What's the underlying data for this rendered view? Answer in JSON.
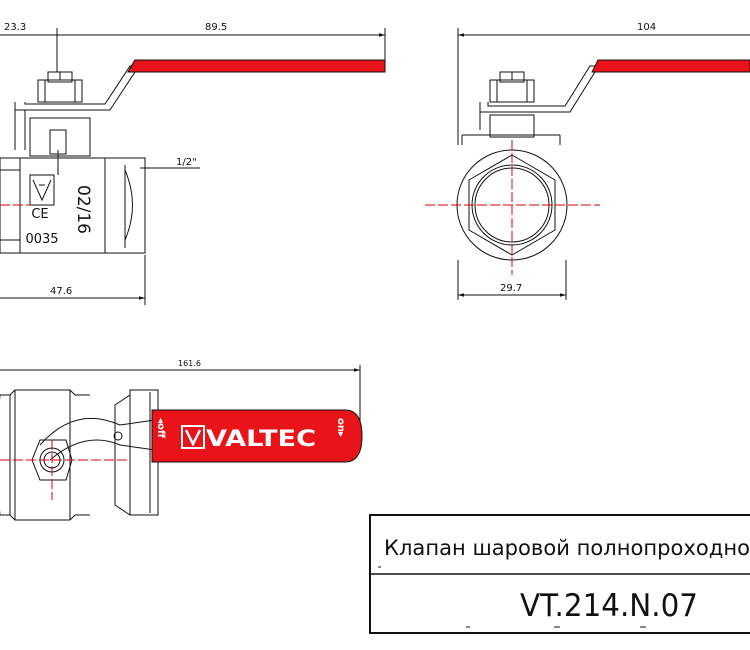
{
  "front_view": {
    "dim_top_left": "23.3",
    "dim_top_right": "89.5",
    "dim_thread": "1/2\"",
    "dim_bottom": "47.6",
    "marking_date": "02/16",
    "marking_ce": "CE",
    "marking_cert": "0035"
  },
  "side_view": {
    "dim_top": "104",
    "dim_bottom": "29.7"
  },
  "plan_view": {
    "dim_top": "161.6",
    "lever_off": "◂off",
    "lever_on": "on▸",
    "brand": "VALTEC"
  },
  "title_block": {
    "name": "Клапан шаровой полнопроходно",
    "code": "VT.214.N.07"
  },
  "colors": {
    "lever_red": "#e8141a",
    "line": "#111111",
    "center_line": "#e00000"
  }
}
